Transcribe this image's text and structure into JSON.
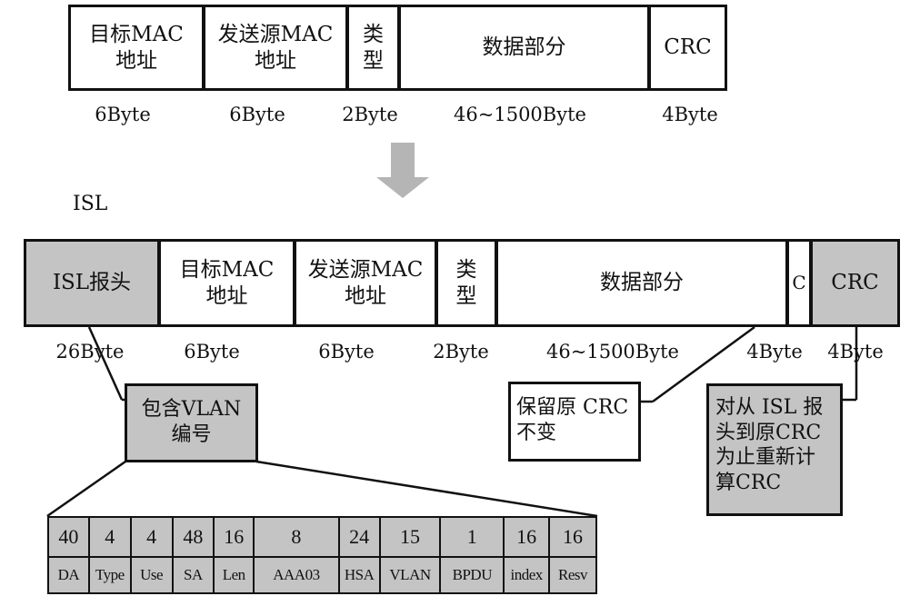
{
  "ethernet_frame": {
    "fields": [
      {
        "label": "目标MAC\n地址",
        "size": "6Byte"
      },
      {
        "label": "发送源MAC\n地址",
        "size": "6Byte"
      },
      {
        "label": "类\n型",
        "size": "2Byte"
      },
      {
        "label": "数据部分",
        "size": "46~1500Byte"
      },
      {
        "label": "CRC",
        "size": "4Byte"
      }
    ]
  },
  "arrow_icon": "down-arrow-icon",
  "isl_title": "ISL",
  "isl_frame": {
    "fields": [
      {
        "label": "ISL报头",
        "size": "26Byte"
      },
      {
        "label": "目标MAC\n地址",
        "size": "6Byte"
      },
      {
        "label": "发送源MAC\n地址",
        "size": "6Byte"
      },
      {
        "label": "类\n型",
        "size": "2Byte"
      },
      {
        "label": "数据部分",
        "size": "46~1500Byte"
      },
      {
        "label": "C",
        "size": "4Byte"
      },
      {
        "label": "CRC",
        "size": "4Byte"
      }
    ]
  },
  "callouts": {
    "vlan": "包含VLAN\n编号",
    "keep_crc": "保留原 CRC\n不变",
    "new_crc": "对从 ISL 报\n头到原CRC\n为止重新计\n算CRC"
  },
  "header_table": {
    "values": [
      "40",
      "4",
      "4",
      "48",
      "16",
      "8",
      "24",
      "15",
      "1",
      "16",
      "16"
    ],
    "fields": [
      "DA",
      "Type",
      "Use",
      "SA",
      "Len",
      "AAA03",
      "HSA",
      "VLAN",
      "BPDU",
      "index",
      "Resv"
    ]
  },
  "colors": {
    "shaded": "#c4c4c4",
    "arrow": "#b5b5b5",
    "line": "#111111"
  }
}
